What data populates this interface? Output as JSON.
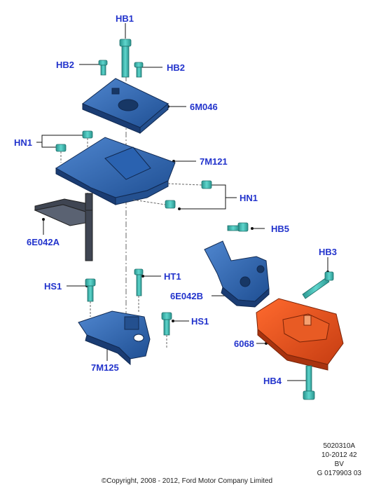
{
  "labels": {
    "hb1": "HB1",
    "hb2_left": "HB2",
    "hb2_right": "HB2",
    "p6m046": "6M046",
    "hn1_left": "HN1",
    "p7m121": "7M121",
    "hn1_right": "HN1",
    "p6e042a": "6E042A",
    "hb5": "HB5",
    "hb3": "HB3",
    "hs1_left": "HS1",
    "ht1": "HT1",
    "p6e042b": "6E042B",
    "hs1_right": "HS1",
    "p6068": "6068",
    "p7m125": "7M125",
    "hb4": "HB4"
  },
  "footer": {
    "ref_code": "5020310A",
    "date_code": "10-2012 42",
    "region": "BV",
    "doc_number": "G 0179903 03",
    "copyright": "©Copyright, 2008 - 2012, Ford Motor Company Limited"
  },
  "colors": {
    "label": "#2233cc",
    "blue_part": "#2b5fa8",
    "blue_dark": "#1a3c73",
    "bolt": "#3fb8b0",
    "red_part": "#e0501e",
    "red_dark": "#a8330f"
  }
}
